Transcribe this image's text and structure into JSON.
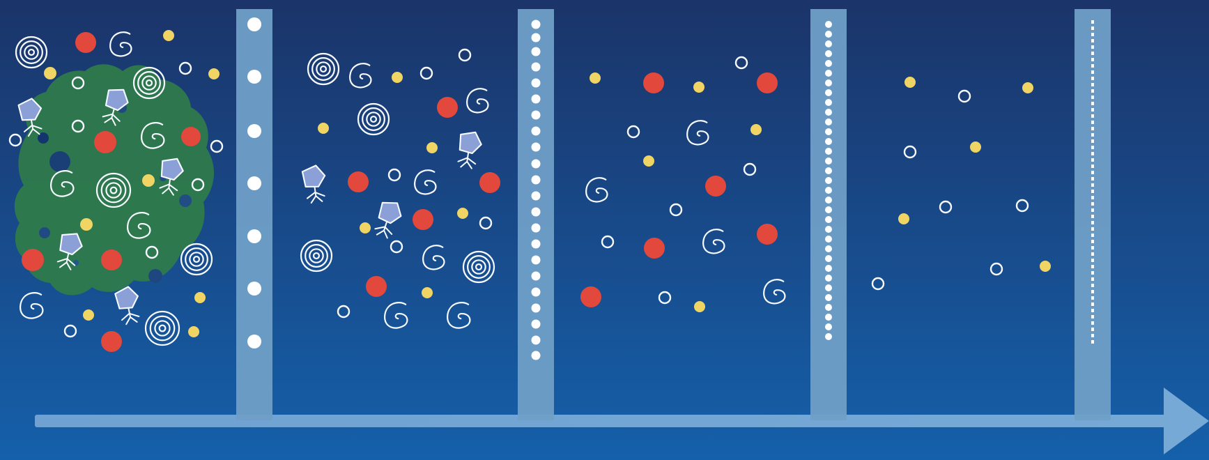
{
  "diagram": {
    "type": "filtration-stages",
    "colors": {
      "background_top": "#1b3469",
      "background_bottom": "#1560aa",
      "filter_bar": "#6f9fc7",
      "filter_pore": "#ffffff",
      "axis": "#6fa2d2",
      "cluster": "#2f7a4c",
      "red_particle": "#e2483c",
      "yellow_particle": "#f0d564",
      "white_line": "#f7fbff",
      "virus_fill": "#8ca0d8"
    },
    "stages": [
      {
        "name": "stage-1",
        "contents": [
          "floc",
          "large-particles",
          "bacteria",
          "viruses",
          "spiral-organisms",
          "small-molecules"
        ]
      },
      {
        "name": "stage-2",
        "contents": [
          "large-particles",
          "bacteria",
          "viruses",
          "spiral-organisms",
          "small-molecules"
        ]
      },
      {
        "name": "stage-3",
        "contents": [
          "large-particles",
          "spiral-organisms",
          "small-molecules"
        ]
      },
      {
        "name": "stage-4",
        "contents": [
          "small-molecules"
        ]
      }
    ],
    "filters": [
      {
        "name": "filter-1",
        "pore_level": "large"
      },
      {
        "name": "filter-2",
        "pore_level": "medium"
      },
      {
        "name": "filter-3",
        "pore_level": "small"
      },
      {
        "name": "filter-4",
        "pore_level": "fine"
      }
    ],
    "axis": {
      "direction": "left-to-right",
      "arrowhead": "right"
    }
  }
}
